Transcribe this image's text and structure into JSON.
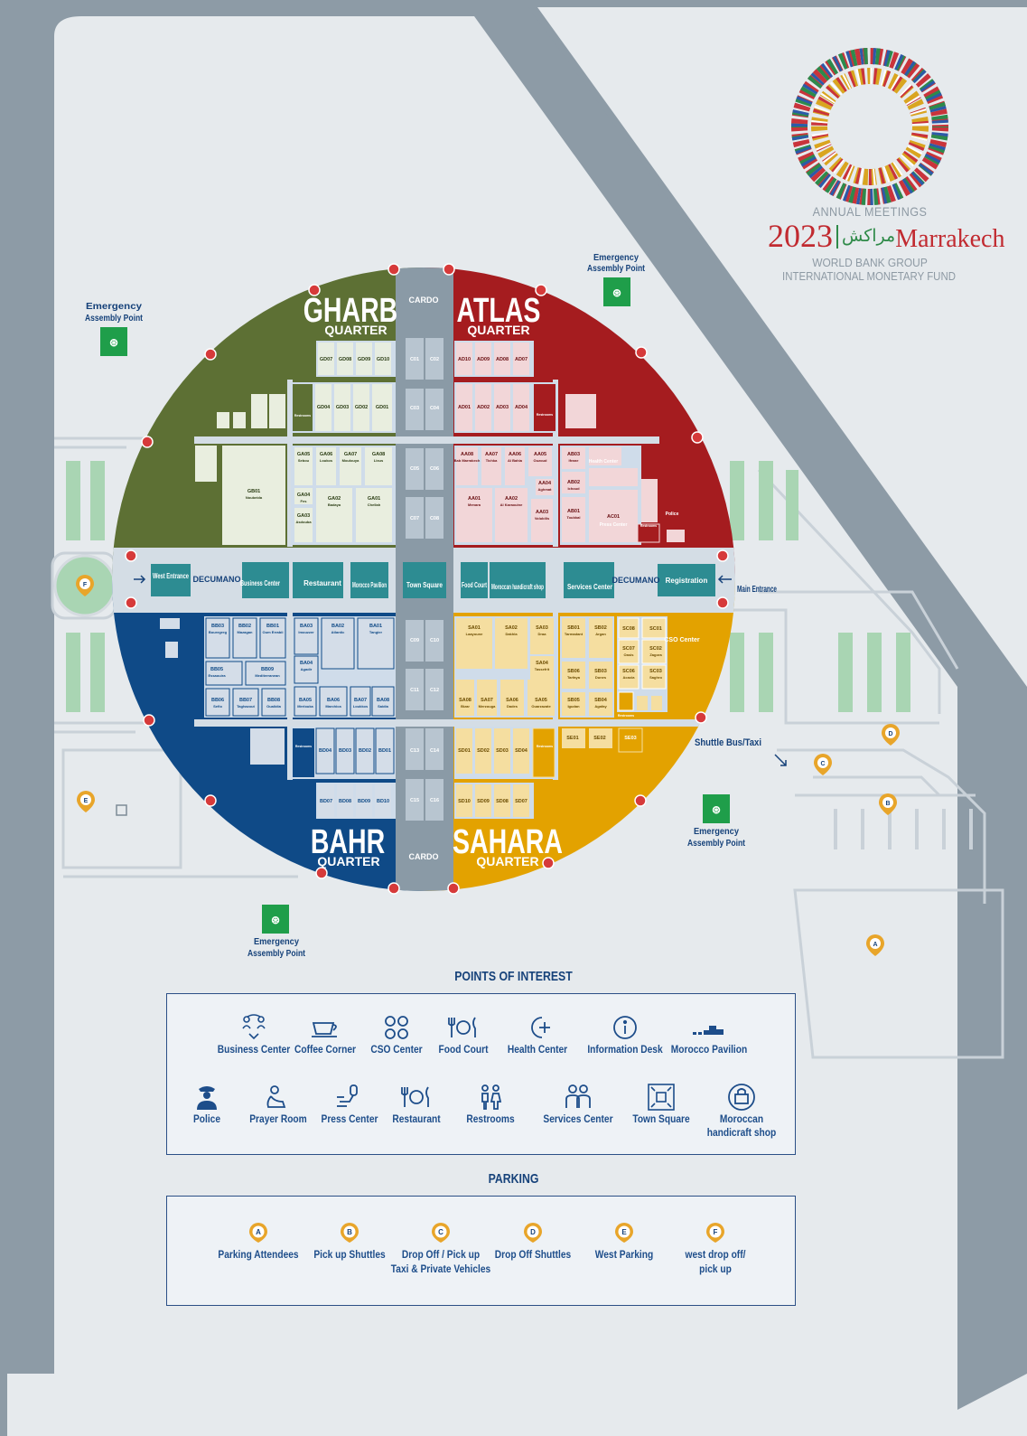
{
  "logo": {
    "annual_meetings": "ANNUAL MEETINGS",
    "year": "2023",
    "arabic": "مراكش",
    "city": "Marrakech",
    "wbg": "WORLD BANK GROUP",
    "imf": "INTERNATIONAL MONETARY FUND"
  },
  "quarters": {
    "gharb": {
      "name": "GHARB",
      "sub": "QUARTER"
    },
    "atlas": {
      "name": "ATLAS",
      "sub": "QUARTER"
    },
    "bahr": {
      "name": "BAHR",
      "sub": "QUARTER"
    },
    "sahara": {
      "name": "SAHARA",
      "sub": "QUARTER"
    }
  },
  "map_labels": {
    "cardo_top": "CARDO",
    "cardo_bottom": "CARDO",
    "decumano_w": "DECUMANO",
    "decumano_e": "DECUMANO",
    "west_entrance": "West Entrance",
    "business_center": "Business Center",
    "restaurant": "Restaurant",
    "morocco_pavilion": "Morocco Pavilion",
    "town_square": "Town Square",
    "food_court": "Food Court",
    "handicraft": "Moroccan handicraft shop",
    "services_center": "Services Center",
    "registration": "Registration",
    "main_entrance": "Main Entrance",
    "shuttle": "Shuttle Bus/Taxi",
    "cso_center": "CSO Center",
    "health_center": "Health Center",
    "press_center": "Press Center",
    "police": "Police",
    "restrooms": "Restrooms",
    "emergency": "Emergency Assembly Point"
  },
  "rooms": {
    "gd": [
      "GD07",
      "GD08",
      "GD09",
      "GD10",
      "GD04",
      "GD03",
      "GD02",
      "GD01"
    ],
    "ga": [
      [
        "GA05",
        "Sebou"
      ],
      [
        "GA06",
        "Loukos"
      ],
      [
        "GA07",
        "Moulouya"
      ],
      [
        "GA08",
        "Lixus"
      ],
      [
        "GA04",
        "Fes"
      ],
      [
        "GA02",
        "Badaya"
      ],
      [
        "GA01",
        "Chellah"
      ],
      [
        "GA03",
        "Asdouba"
      ],
      [
        "GB01",
        "Noubeida"
      ]
    ],
    "ad": [
      "AD10",
      "AD09",
      "AD08",
      "AD07",
      "AD01",
      "AD02",
      "AD03",
      "AD04"
    ],
    "aa": [
      [
        "AA08",
        "Bab Marrakech"
      ],
      [
        "AA07",
        "Tichka"
      ],
      [
        "AA06",
        "Al Bahia"
      ],
      [
        "AA05",
        "Ouzoud"
      ],
      [
        "AA04",
        "Aghmat"
      ],
      [
        "AA01",
        "Menara"
      ],
      [
        "AA02",
        "Al Karaouine"
      ],
      [
        "AA03",
        "Volubilis"
      ],
      [
        "AB03",
        "Ifrane"
      ],
      [
        "AB02",
        "Ichoud"
      ],
      [
        "AB01",
        "Toubkal"
      ],
      [
        "AC01",
        ""
      ]
    ],
    "c": [
      "C01",
      "C02",
      "C03",
      "C04",
      "C05",
      "C06",
      "C07",
      "C08",
      "C09",
      "C10",
      "C11",
      "C12",
      "C13",
      "C14",
      "C15",
      "C16"
    ],
    "bb": [
      [
        "BB03",
        "Bouregreg"
      ],
      [
        "BB02",
        "Mazagan"
      ],
      [
        "BB01",
        "Oum Errabii"
      ],
      [
        "BB05",
        "Essaouira"
      ],
      [
        "BB09",
        "Mediterranean"
      ],
      [
        "BB06",
        "Sefio"
      ],
      [
        "BB07",
        "Taghazout"
      ],
      [
        "BB08",
        "Oualidia"
      ]
    ],
    "ba": [
      [
        "BA03",
        "Imouzzer"
      ],
      [
        "BA02",
        "Atlantic"
      ],
      [
        "BA01",
        "Tangier"
      ],
      [
        "BA04",
        "Agadir"
      ],
      [
        "BA05",
        "Merlouka"
      ],
      [
        "BA06",
        "Marchica"
      ],
      [
        "BA07",
        "Loukkos"
      ],
      [
        "BA08",
        "Saidia"
      ]
    ],
    "bd": [
      "BD04",
      "BD03",
      "BD02",
      "BD01",
      "BD07",
      "BD08",
      "BD09",
      "BD10"
    ],
    "sa": [
      [
        "SA01",
        "Laayoune"
      ],
      [
        "SA02",
        "Dakhla"
      ],
      [
        "SA03",
        "Draa"
      ],
      [
        "SA04",
        "Tassefrit"
      ],
      [
        "SA08",
        "Bizar"
      ],
      [
        "SA07",
        "Merzouga"
      ],
      [
        "SA06",
        "Dades"
      ],
      [
        "SA05",
        "Ouarzazate"
      ]
    ],
    "sb": [
      [
        "SB01",
        "Tarmadant"
      ],
      [
        "SB02",
        "Argan"
      ],
      [
        "SB06",
        "Tarfaya"
      ],
      [
        "SB03",
        "Dunes"
      ],
      [
        "SB05",
        "Igudan"
      ],
      [
        "SB04",
        "Agafay"
      ]
    ],
    "sc": [
      [
        "SC08",
        ""
      ],
      [
        "SC01",
        ""
      ],
      [
        "SC07",
        "Oasis"
      ],
      [
        "SC02",
        "Zagora"
      ],
      [
        "SC06",
        "Acacia"
      ],
      [
        "SC03",
        "Saghro"
      ]
    ],
    "sd": [
      "SD01",
      "SD02",
      "SD03",
      "SD04",
      "SD10",
      "SD09",
      "SD08",
      "SD07"
    ],
    "se": [
      "SE01",
      "SE02",
      "SE03"
    ]
  },
  "points_of_interest": {
    "title": "POINTS OF INTEREST",
    "row1": [
      {
        "icon": "business-center-icon",
        "label": "Business Center"
      },
      {
        "icon": "coffee-corner-icon",
        "label": "Coffee Corner"
      },
      {
        "icon": "cso-center-icon",
        "label": "CSO Center"
      },
      {
        "icon": "food-court-icon",
        "label": "Food Court"
      },
      {
        "icon": "health-center-icon",
        "label": "Health Center"
      },
      {
        "icon": "information-desk-icon",
        "label": "Information Desk"
      },
      {
        "icon": "morocco-pavilion-icon",
        "label": "Morocco Pavilion"
      }
    ],
    "row2": [
      {
        "icon": "police-icon",
        "label": "Police"
      },
      {
        "icon": "prayer-room-icon",
        "label": "Prayer Room"
      },
      {
        "icon": "press-center-icon",
        "label": "Press Center"
      },
      {
        "icon": "restaurant-icon",
        "label": "Restaurant"
      },
      {
        "icon": "restrooms-icon",
        "label": "Restrooms"
      },
      {
        "icon": "services-center-icon",
        "label": "Services Center"
      },
      {
        "icon": "town-square-icon",
        "label": "Town Square"
      },
      {
        "icon": "handicraft-shop-icon",
        "label": "Moroccan\nhandicraft shop"
      }
    ]
  },
  "parking": {
    "title": "PARKING",
    "items": [
      {
        "letter": "A",
        "label": "Parking Attendees"
      },
      {
        "letter": "B",
        "label": "Pick up Shuttles"
      },
      {
        "letter": "C",
        "label": "Drop Off / Pick up\nTaxi & Private Vehicles"
      },
      {
        "letter": "D",
        "label": "Drop Off Shuttles"
      },
      {
        "letter": "E",
        "label": "West Parking"
      },
      {
        "letter": "F",
        "label": "west drop off/\npick up"
      }
    ]
  },
  "colors": {
    "gharb": "#5d7034",
    "atlas": "#a51c1f",
    "bahr": "#0f4a87",
    "sahara": "#e3a200",
    "teal": "#2d8c92",
    "road": "#8a9aa6",
    "ground": "#e7ebee",
    "navy": "#1d4d8a",
    "pin": "#e8a52a",
    "emergency": "#1f9e4a"
  }
}
